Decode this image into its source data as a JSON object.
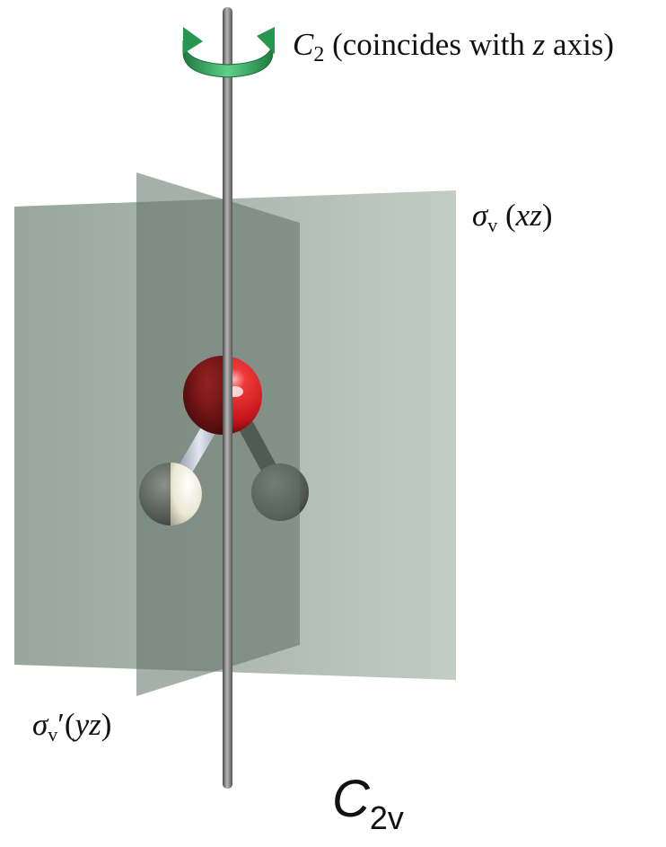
{
  "labels": {
    "c2_symbol": "C",
    "c2_subscript": "2",
    "c2_description": " (coincides with ",
    "c2_axis_var": "z",
    "c2_axis_suffix": " axis)",
    "sigma_v_symbol": "σ",
    "sigma_v_subscript": "v",
    "sigma_v_plane": "xz",
    "sigma_vp_symbol": "σ",
    "sigma_vp_subscript": "v",
    "sigma_vp_prime": "′",
    "sigma_vp_plane": "yz",
    "point_group_symbol": "C",
    "point_group_subscript": "2v"
  },
  "colors": {
    "mirror_plane": "#7e9286",
    "rotation_arrow": "#2fa05a",
    "axis_rod": "#7a7a7a",
    "oxygen_atom": "#cc1d24",
    "hydrogen_atom_front": "#f2f0e0",
    "hydrogen_atom_back": "#5a605c",
    "bond": "#c9cdd8"
  },
  "icons": {
    "rotation_arrow": "curved-rotation-arrow-icon",
    "molecule": "water-molecule-ball-and-stick"
  }
}
